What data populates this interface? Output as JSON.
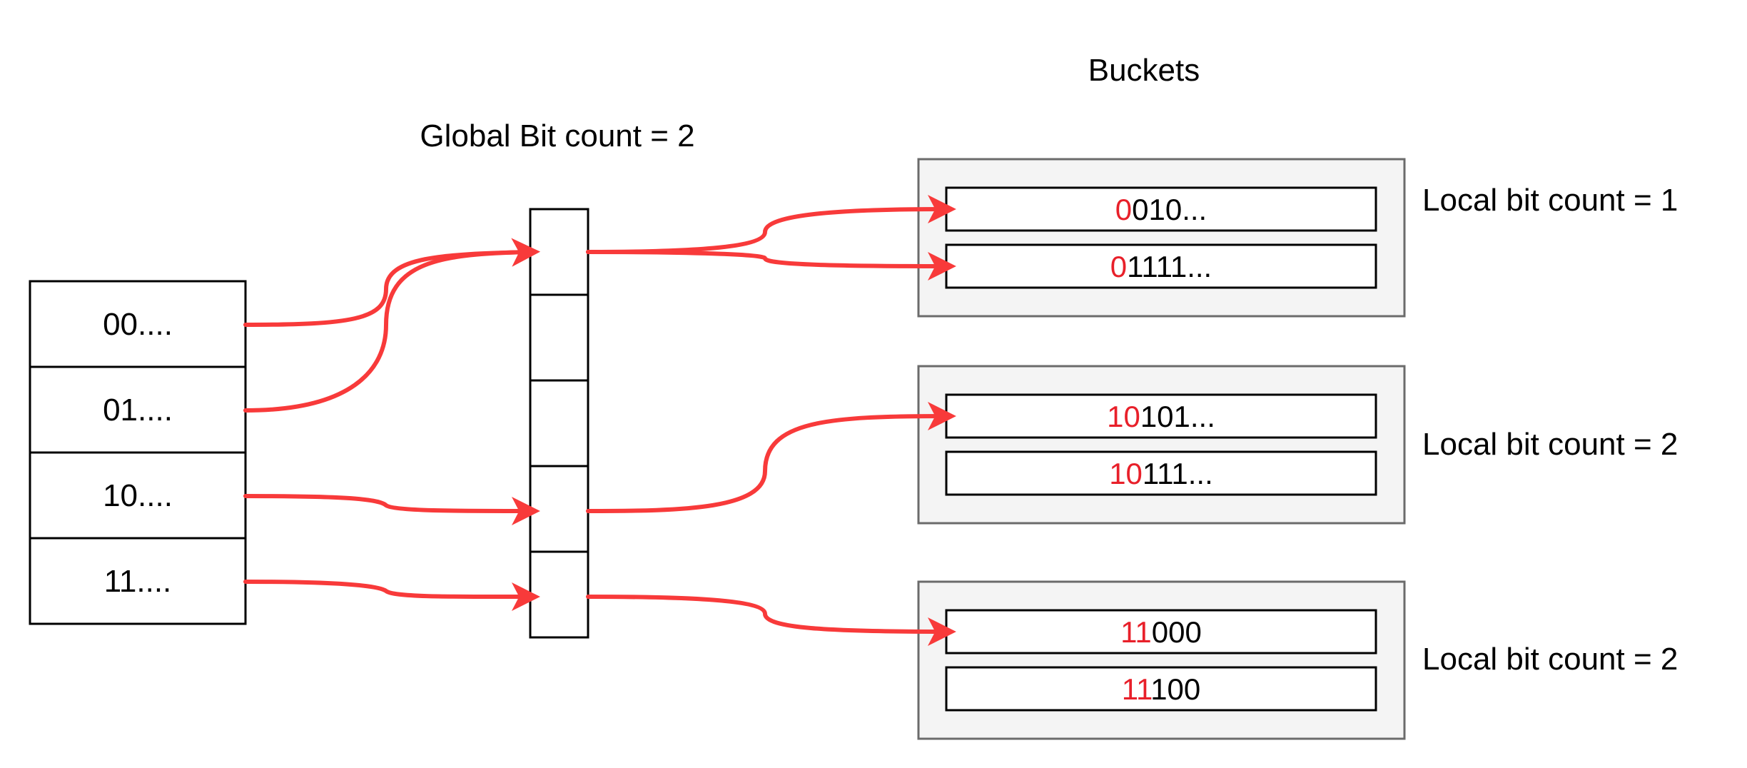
{
  "labels": {
    "global_bit_count": "Global Bit count = 2",
    "buckets_title": "Buckets"
  },
  "keys": [
    {
      "text": "00...."
    },
    {
      "text": "01...."
    },
    {
      "text": "10...."
    },
    {
      "text": "11...."
    }
  ],
  "directory": {
    "slot_count": 5
  },
  "buckets": [
    {
      "local_label": "Local bit count = 1",
      "entries": [
        {
          "prefix": "0",
          "rest": "010..."
        },
        {
          "prefix": "0",
          "rest": "1111..."
        }
      ]
    },
    {
      "local_label": "Local bit count = 2",
      "entries": [
        {
          "prefix": "10",
          "rest": "101..."
        },
        {
          "prefix": "10",
          "rest": "111..."
        }
      ]
    },
    {
      "local_label": "Local bit count = 2",
      "entries": [
        {
          "prefix": "11",
          "rest": "000"
        },
        {
          "prefix": "11",
          "rest": "100"
        }
      ]
    }
  ],
  "colors": {
    "arrow": "#f83a3a",
    "prefix": "#e8202a",
    "text": "#000000",
    "bucket_fill": "#f4f4f4",
    "bucket_border": "#6b6b6b"
  }
}
